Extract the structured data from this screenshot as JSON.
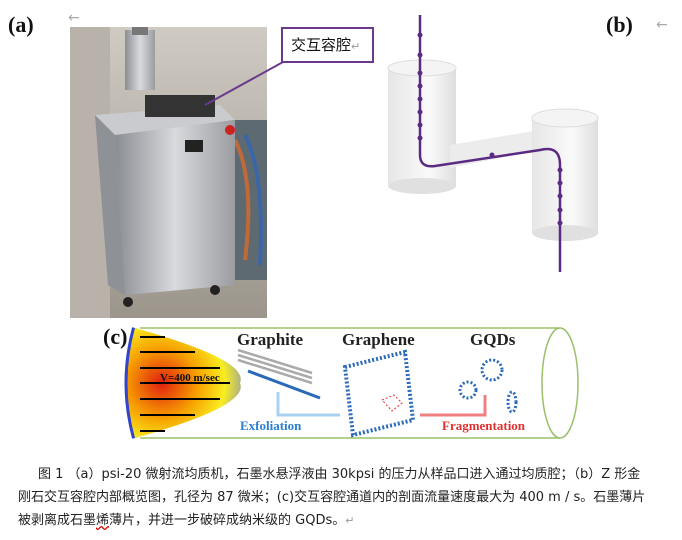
{
  "panel_a": {
    "label": "(a)",
    "callout": "交互容腔",
    "return_mark": "↵"
  },
  "panel_b": {
    "label": "(b)"
  },
  "panel_c": {
    "label": "(c)",
    "velocity": "V=400 m/sec",
    "graphite": "Graphite",
    "graphene": "Graphene",
    "gqds": "GQDs",
    "exfoliation": "Exfoliation",
    "fragmentation": "Fragmentation"
  },
  "back_arrow": "←",
  "caption": {
    "line1": "图 1 （a）psi-20 微射流均质机，石墨水悬浮液由 30kpsi 的压力从样品口进入通过均质腔；（b）Z 形金",
    "line2": "刚石交互容腔内部概览图，孔径为 87 微米；(c)交互容腔通道内的剖面流量速度最大为 400 m / s。石墨薄片",
    "line3_a": "被剥离成石墨",
    "line3_b": "烯",
    "line3_c": "薄片，并进一步破碎成纳米级的 GQDs。",
    "return_mark": "↵"
  },
  "colors": {
    "accent": "#6b3a8e",
    "exfoliation": "#2a7fd4",
    "fragmentation": "#e03030"
  }
}
